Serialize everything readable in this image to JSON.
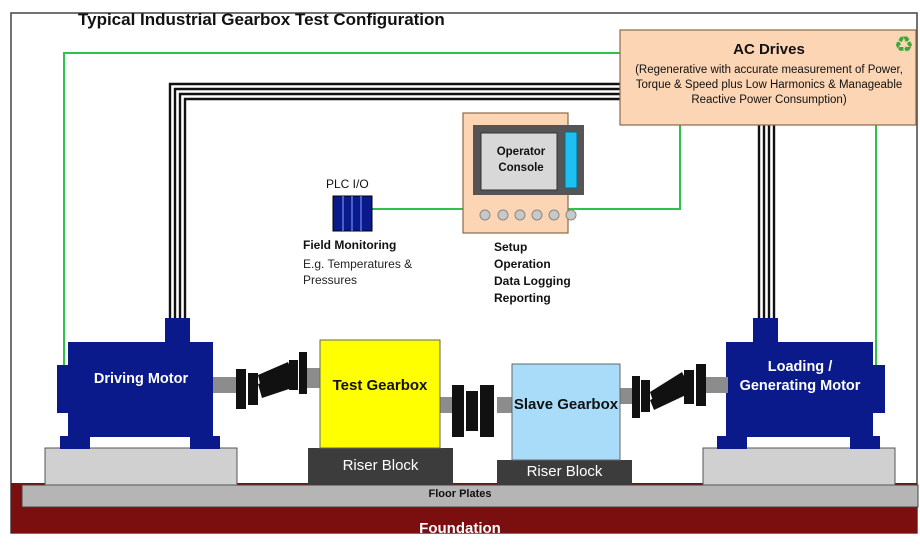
{
  "title": "Typical Industrial Gearbox Test Configuration",
  "ac_drives": {
    "title": "AC Drives",
    "description": "(Regenerative with accurate measurement of Power, Torque & Speed plus Low Harmonics & Manageable Reactive Power Consumption)"
  },
  "console": {
    "label": "Operator Console",
    "functions": [
      "Setup",
      "Operation",
      "Data Logging",
      "Reporting"
    ]
  },
  "plc": {
    "label": "PLC I/O",
    "field_title": "Field Monitoring",
    "field_desc": "E.g. Temperatures & Pressures"
  },
  "driving_motor": "Driving Motor",
  "loading_motor": "Loading / Generating Motor",
  "test_gearbox": "Test Gearbox",
  "slave_gearbox": "Slave Gearbox",
  "riser_block_1": "Riser Block",
  "riser_block_2": "Riser Block",
  "floor_plates": "Floor Plates",
  "foundation": "Foundation",
  "icons": {
    "recycle": "recycle-icon"
  },
  "colors": {
    "motor": "#0a1a8a",
    "test_gearbox": "#ffff00",
    "slave_gearbox": "#a9dcf8",
    "ac_drives_bg": "#fcd5b4",
    "foundation": "#7b0e0e",
    "signal_line": "#2ec24a"
  }
}
